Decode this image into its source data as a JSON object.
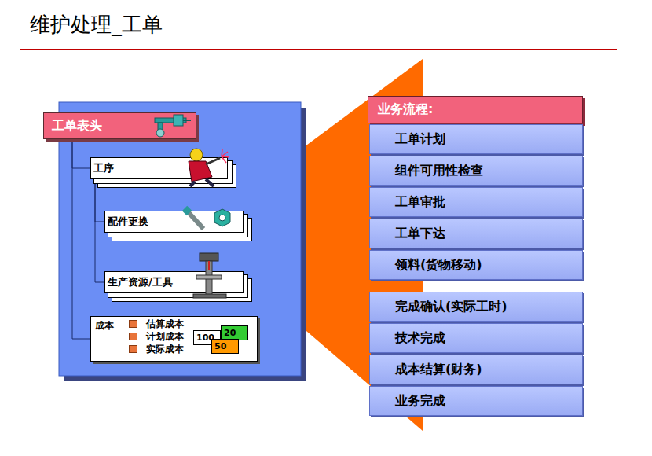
{
  "diagram": {
    "title": "维护处理_工单",
    "nodes": [
      {
        "text": [
          "工单表头"
        ]
      },
      {
        "text": [
          "工序"
        ]
      },
      {
        "text": [
          "配件更换"
        ]
      },
      {
        "text": [
          "生产资源/工具"
        ]
      },
      {
        "text": [
          "成本"
        ]
      },
      {
        "text": [
          "100"
        ],
        "in": 4
      },
      {
        "text": [
          "20"
        ],
        "in": 4
      },
      {
        "text": [
          "50"
        ],
        "in": 4
      },
      {
        "text": [
          "业务流程:"
        ]
      },
      {
        "text": [
          "工单计划"
        ]
      },
      {
        "text": [
          "组件可用性检查"
        ]
      },
      {
        "text": [
          "工单审批"
        ]
      },
      {
        "text": [
          "工单下达"
        ]
      },
      {
        "text": [
          "领料(货物移动)"
        ]
      },
      {
        "text": [
          "完成确认(实际工时)"
        ]
      },
      {
        "text": [
          "技术完成"
        ]
      },
      {
        "text": [
          "成本结算(财务)"
        ]
      },
      {
        "text": [
          "业务完成"
        ]
      }
    ],
    "edges": [
      {
        "from": 0,
        "to": 1,
        "arrow": "none"
      },
      {
        "from": 1,
        "to": 2,
        "arrow": "none"
      },
      {
        "from": 1,
        "to": 3,
        "arrow": "none"
      },
      {
        "from": 0,
        "to": 4,
        "arrow": "none"
      }
    ],
    "labels": [
      "估算成本",
      "计划成本",
      "实际成本"
    ]
  }
}
